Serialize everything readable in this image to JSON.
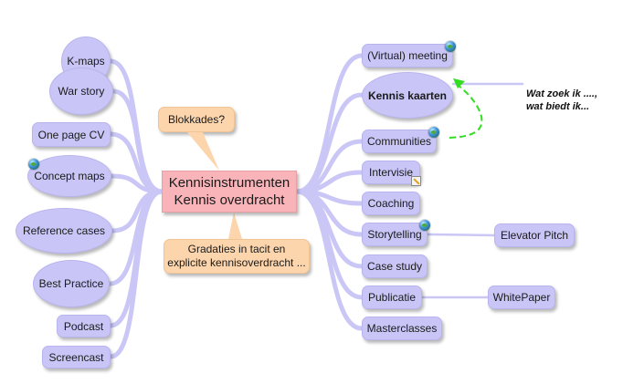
{
  "center": {
    "line1": "Kennisinstrumenten",
    "line2": "Kennis overdracht",
    "color": "#f8b4b8"
  },
  "callouts": {
    "top": {
      "label": "Blokkades?"
    },
    "bottom": {
      "line1": "Gradaties in tacit en",
      "line2": "explicite kennisoverdracht ..."
    },
    "color": "#fcd5ac"
  },
  "left_branches": [
    {
      "label": "K-maps",
      "shape": "oval"
    },
    {
      "label": "War story",
      "shape": "oval"
    },
    {
      "label": "One page CV",
      "shape": "rect"
    },
    {
      "label": "Concept maps",
      "shape": "oval",
      "icon": "globe-icon"
    },
    {
      "label": "Reference cases",
      "shape": "oval"
    },
    {
      "label": "Best Practice",
      "shape": "oval"
    },
    {
      "label": "Podcast",
      "shape": "rect"
    },
    {
      "label": "Screencast",
      "shape": "rect"
    }
  ],
  "right_branches": [
    {
      "label": "(Virtual) meeting",
      "shape": "rect",
      "icon": "globe-icon"
    },
    {
      "label": "Kennis kaarten",
      "shape": "oval",
      "bold": true
    },
    {
      "label": "Communities",
      "shape": "rect",
      "icon": "globe-icon"
    },
    {
      "label": "Intervisie",
      "shape": "rect",
      "icon": "note-icon"
    },
    {
      "label": "Coaching",
      "shape": "rect"
    },
    {
      "label": "Storytelling",
      "shape": "rect",
      "icon": "globe-icon"
    },
    {
      "label": "Case study",
      "shape": "rect"
    },
    {
      "label": "Publicatie",
      "shape": "rect"
    },
    {
      "label": "Masterclasses",
      "shape": "rect"
    }
  ],
  "sub_branches": [
    {
      "parent": "Storytelling",
      "label": "Elevator Pitch"
    },
    {
      "parent": "Publicatie",
      "label": "WhitePaper"
    }
  ],
  "annotation": {
    "parent": "Kennis kaarten",
    "line1": "Wat zoek ik ....,",
    "line2": "wat biedt ik..."
  },
  "relationship": {
    "from": "Communities",
    "to": "Kennis kaarten",
    "style": "dashed",
    "color": "#33dd22"
  },
  "branch_color": "#c9c6f7"
}
